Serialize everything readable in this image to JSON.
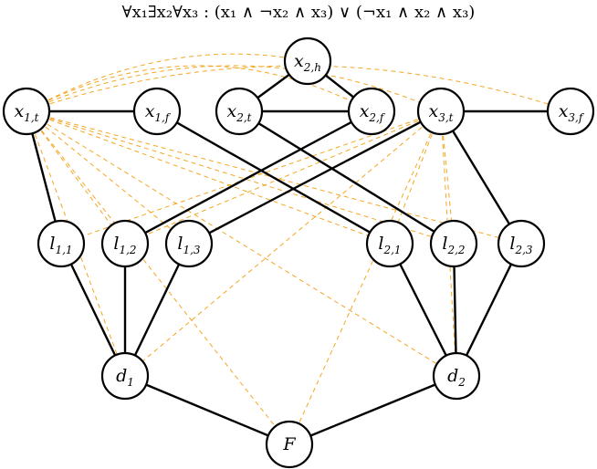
{
  "title": "∀x₁∃x₂∀x₃ : (x₁ ∧ ¬x₂ ∧ x₃) ∨ (¬x₁ ∧ x₂ ∧ x₃)",
  "colors": {
    "solid_edge": "#000000",
    "dashed_edge": "#f5a623",
    "node_fill": "#ffffff"
  },
  "nodes": [
    {
      "id": "x1t",
      "base": "x",
      "sub": "1,t"
    },
    {
      "id": "x1f",
      "base": "x",
      "sub": "1,f"
    },
    {
      "id": "x2t",
      "base": "x",
      "sub": "2,t"
    },
    {
      "id": "x2h",
      "base": "x",
      "sub": "2,h"
    },
    {
      "id": "x2f",
      "base": "x",
      "sub": "2,f"
    },
    {
      "id": "x3t",
      "base": "x",
      "sub": "3,t"
    },
    {
      "id": "x3f",
      "base": "x",
      "sub": "3,f"
    },
    {
      "id": "l11",
      "base": "l",
      "sub": "1,1"
    },
    {
      "id": "l12",
      "base": "l",
      "sub": "1,2"
    },
    {
      "id": "l13",
      "base": "l",
      "sub": "1,3"
    },
    {
      "id": "l21",
      "base": "l",
      "sub": "2,1"
    },
    {
      "id": "l22",
      "base": "l",
      "sub": "2,2"
    },
    {
      "id": "l23",
      "base": "l",
      "sub": "2,3"
    },
    {
      "id": "d1",
      "base": "d",
      "sub": "1"
    },
    {
      "id": "d2",
      "base": "d",
      "sub": "2"
    },
    {
      "id": "F",
      "base": "F",
      "sub": ""
    }
  ],
  "solid_edges": [
    [
      "x1t",
      "x1f"
    ],
    [
      "x2t",
      "x2f"
    ],
    [
      "x2h",
      "x2t"
    ],
    [
      "x2h",
      "x2f"
    ],
    [
      "x3t",
      "x3f"
    ],
    [
      "x1t",
      "l11"
    ],
    [
      "x1f",
      "l21"
    ],
    [
      "x2t",
      "l22"
    ],
    [
      "x2f",
      "l12"
    ],
    [
      "x3t",
      "l13"
    ],
    [
      "x3t",
      "l23"
    ],
    [
      "l11",
      "d1"
    ],
    [
      "l12",
      "d1"
    ],
    [
      "l13",
      "d1"
    ],
    [
      "l21",
      "d2"
    ],
    [
      "l22",
      "d2"
    ],
    [
      "l23",
      "d2"
    ],
    [
      "d1",
      "F"
    ],
    [
      "d2",
      "F"
    ]
  ],
  "dashed_edges": [
    [
      "x1t",
      "x2h"
    ],
    [
      "x1t",
      "x2f"
    ],
    [
      "x1t",
      "x3t"
    ],
    [
      "x1t",
      "x3f"
    ],
    [
      "x1t",
      "l12"
    ],
    [
      "x1t",
      "l13"
    ],
    [
      "x1t",
      "l21"
    ],
    [
      "x1t",
      "l22"
    ],
    [
      "x1t",
      "l23"
    ],
    [
      "x1t",
      "d1"
    ],
    [
      "x1t",
      "d2"
    ],
    [
      "x1t",
      "F"
    ],
    [
      "x3t",
      "l11"
    ],
    [
      "x3t",
      "l12"
    ],
    [
      "x3t",
      "l21"
    ],
    [
      "x3t",
      "l22"
    ],
    [
      "x3t",
      "d1"
    ],
    [
      "x3t",
      "d2"
    ],
    [
      "x3t",
      "F"
    ]
  ]
}
